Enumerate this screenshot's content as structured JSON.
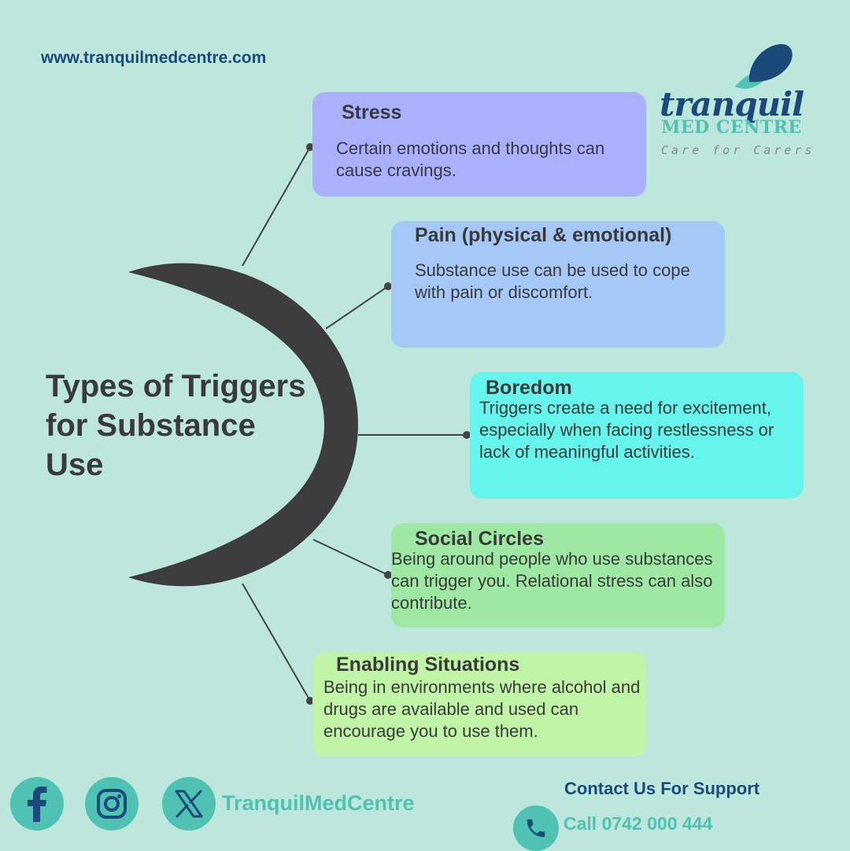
{
  "website": "www.tranquilmedcentre.com",
  "logo": {
    "name": "tranquil",
    "subtitle": "MED CENTRE",
    "tagline": "Care for Carers"
  },
  "title": "Types of Triggers for Substance Use",
  "triggers": [
    {
      "title": "Stress",
      "body": "Certain emotions and thoughts can cause cravings."
    },
    {
      "title": "Pain (physical & emotional)",
      "body": "Substance use can be used to cope with pain or discomfort."
    },
    {
      "title": "Boredom",
      "body": "Triggers create a need for excitement, especially when facing restlessness or lack of meaningful activities."
    },
    {
      "title": "Social Circles",
      "body": "Being around people who use substances can trigger you. Relational stress can also contribute."
    },
    {
      "title": "Enabling Situations",
      "body": "Being in environments where alcohol and drugs are available and used can encourage you to use them."
    }
  ],
  "footer": {
    "social_handle": "TranquilMedCentre",
    "contact_heading": "Contact Us For Support",
    "phone": "Call 0742 000 444",
    "icons": [
      "facebook-icon",
      "instagram-icon",
      "x-icon",
      "phone-icon"
    ]
  },
  "colors": {
    "background": "#bde6dc",
    "navy": "#1b4a7a",
    "teal": "#4fc2b3",
    "stress": "#aab0ff",
    "pain": "#a6c8f6",
    "boredom": "#66f5ec",
    "social": "#9ee8a3",
    "enabling": "#c0f4a6"
  }
}
